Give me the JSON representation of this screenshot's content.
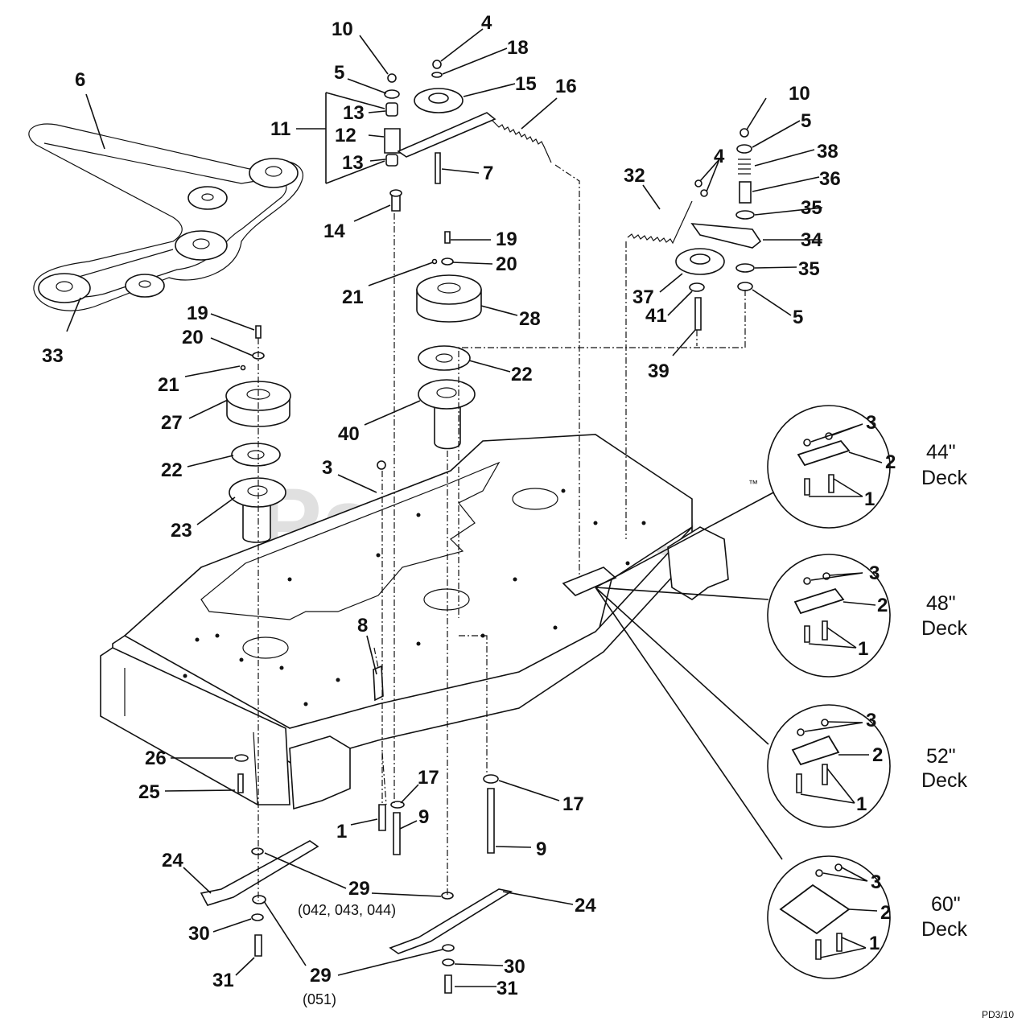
{
  "watermark": "PartsTree",
  "watermark_mark": "™",
  "footer_code": "PD3/10",
  "callouts": {
    "c10a": "10",
    "c4a": "4",
    "c18": "18",
    "c5a": "5",
    "c15": "15",
    "c16": "16",
    "c13a": "13",
    "c11": "11",
    "c12": "12",
    "c13b": "13",
    "c7": "7",
    "c14": "14",
    "c6": "6",
    "c33": "33",
    "c19a": "19",
    "c20a": "20",
    "c21a": "21",
    "c28": "28",
    "c22a": "22",
    "c40": "40",
    "c19b": "19",
    "c20b": "20",
    "c21b": "21",
    "c27": "27",
    "c22b": "22",
    "c23": "23",
    "c3": "3",
    "c10b": "10",
    "c5b": "5",
    "c38": "38",
    "c4b": "4",
    "c36": "36",
    "c32": "32",
    "c35a": "35",
    "c34": "34",
    "c35b": "35",
    "c37": "37",
    "c41": "41",
    "c5c": "5",
    "c39": "39",
    "c8": "8",
    "c26": "26",
    "c25": "25",
    "c17a": "17",
    "c17b": "17",
    "c1": "1",
    "c9a": "9",
    "c9b": "9",
    "c24a": "24",
    "c29a": "29",
    "c24b": "24",
    "c30a": "30",
    "c31a": "31",
    "c29b": "29",
    "c30b": "30",
    "c31b": "31"
  },
  "notes": {
    "n29a": "(042, 043, 044)",
    "n29b": "(051)"
  },
  "decks": [
    {
      "size": "44\"",
      "word": "Deck",
      "n3": "3",
      "n2": "2",
      "n1": "1"
    },
    {
      "size": "48\"",
      "word": "Deck",
      "n3": "3",
      "n2": "2",
      "n1": "1"
    },
    {
      "size": "52\"",
      "word": "Deck",
      "n3": "3",
      "n2": "2",
      "n1": "1"
    },
    {
      "size": "60\"",
      "word": "Deck",
      "n3": "3",
      "n2": "2",
      "n1": "1"
    }
  ]
}
